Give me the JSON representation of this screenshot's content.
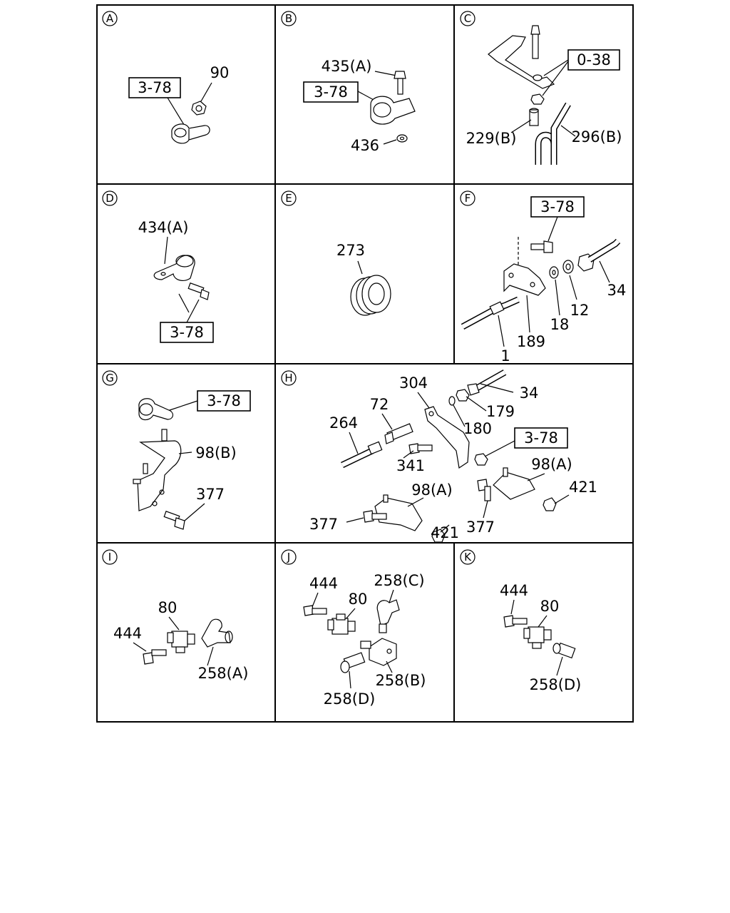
{
  "panels": [
    {
      "id": "A",
      "labels": [
        "90"
      ],
      "refs": [
        "3-78"
      ]
    },
    {
      "id": "B",
      "labels": [
        "435(A)",
        "436"
      ],
      "refs": [
        "3-78"
      ]
    },
    {
      "id": "C",
      "labels": [
        "229(B)",
        "296(B)"
      ],
      "refs": [
        "0-38"
      ]
    },
    {
      "id": "D",
      "labels": [
        "434(A)"
      ],
      "refs": [
        "3-78"
      ]
    },
    {
      "id": "E",
      "labels": [
        "273"
      ],
      "refs": []
    },
    {
      "id": "F",
      "labels": [
        "34",
        "12",
        "18",
        "189",
        "1"
      ],
      "refs": [
        "3-78"
      ]
    },
    {
      "id": "G",
      "labels": [
        "98(B)",
        "377"
      ],
      "refs": [
        "3-78"
      ]
    },
    {
      "id": "H",
      "labels": [
        "304",
        "34",
        "72",
        "179",
        "180",
        "264",
        "341",
        "98(A)",
        "421",
        "98(A)",
        "421",
        "377",
        "377"
      ],
      "refs": [
        "3-78"
      ]
    },
    {
      "id": "I",
      "labels": [
        "80",
        "444",
        "258(A)"
      ],
      "refs": []
    },
    {
      "id": "J",
      "labels": [
        "444",
        "258(C)",
        "80",
        "258(B)",
        "258(D)"
      ],
      "refs": []
    },
    {
      "id": "K",
      "labels": [
        "444",
        "80",
        "258(D)"
      ],
      "refs": []
    }
  ]
}
